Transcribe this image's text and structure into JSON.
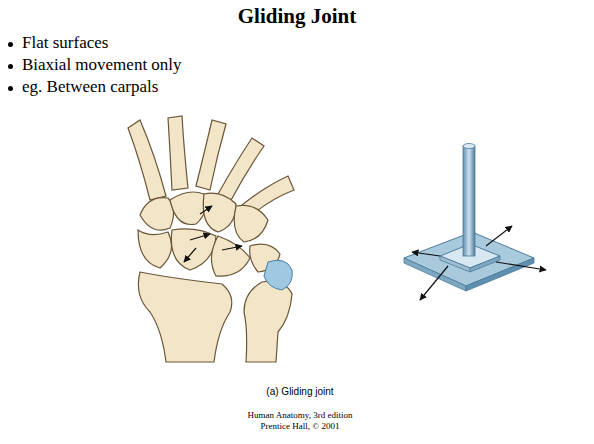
{
  "diagram": {
    "title": "Gliding Joint",
    "caption": "(a) Gliding joint",
    "labels": [
      "Flat surfaces",
      "Biaxial movement only",
      "eg. Between carpals",
      "Human Anatomy, 3rd edition",
      "Prentice Hall, © 2001"
    ]
  }
}
